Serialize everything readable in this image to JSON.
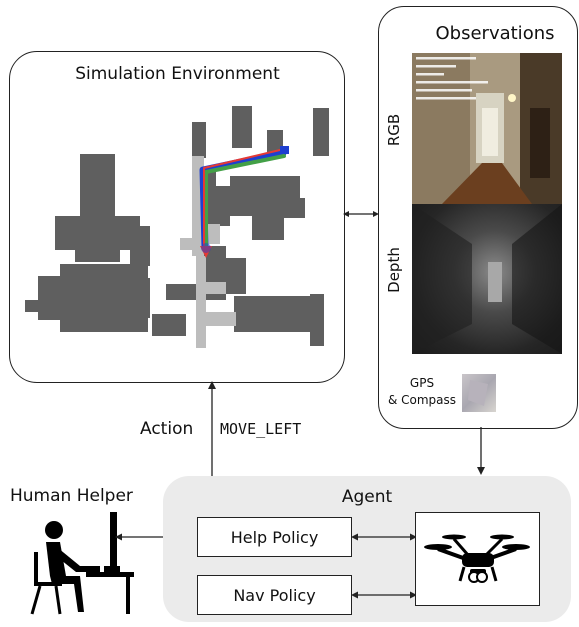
{
  "simulation": {
    "title": "Simulation Environment"
  },
  "observations": {
    "title": "Observations",
    "rgb_label": "RGB",
    "depth_label": "Depth",
    "gps_label_line1": "GPS",
    "gps_label_line2": "& Compass"
  },
  "action": {
    "label": "Action",
    "value": "MOVE_LEFT"
  },
  "human": {
    "label": "Human Helper"
  },
  "agent": {
    "title": "Agent",
    "help_policy": "Help Policy",
    "nav_policy": "Nav Policy"
  },
  "colors": {
    "map_obstacle": "#5f5f5f",
    "map_free": "#bdbdbd",
    "trajectory_red": "#e53935",
    "trajectory_green": "#43a047",
    "trajectory_blue": "#1e3fd0",
    "agent_panel": "#ebebeb"
  }
}
